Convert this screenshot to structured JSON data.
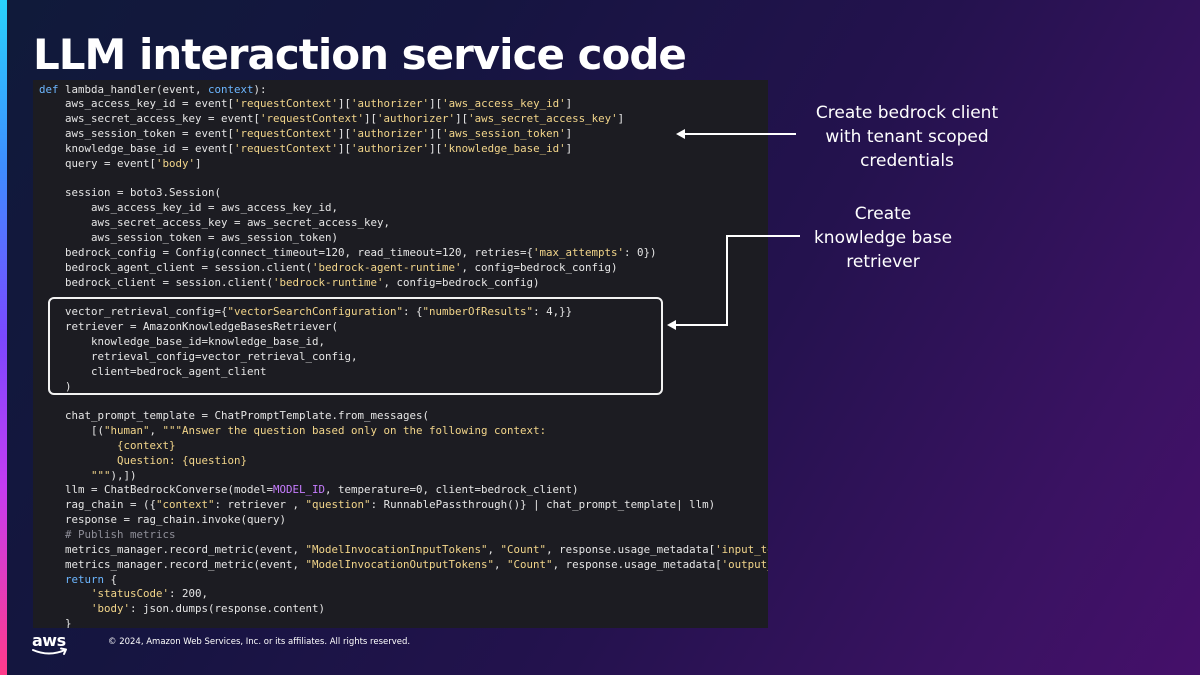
{
  "slide": {
    "title": "LLM interaction service code",
    "copyright": "© 2024, Amazon Web Services, Inc. or its affiliates. All rights reserved.",
    "logo_text": "aws"
  },
  "annotations": [
    {
      "lines": [
        "Create bedrock client",
        "with tenant scoped",
        "credentials"
      ]
    },
    {
      "lines": [
        "Create",
        "knowledge base",
        "retriever"
      ]
    }
  ],
  "code": {
    "lines": [
      [
        {
          "c": "kw",
          "t": "def "
        },
        {
          "t": "lambda_handler(event, "
        },
        {
          "c": "kw",
          "t": "context"
        },
        {
          "t": "):"
        }
      ],
      [
        {
          "t": "    aws_access_key_id = event["
        },
        {
          "c": "str",
          "t": "'requestContext'"
        },
        {
          "t": "]["
        },
        {
          "c": "str",
          "t": "'authorizer'"
        },
        {
          "t": "]["
        },
        {
          "c": "str",
          "t": "'aws_access_key_id'"
        },
        {
          "t": "]"
        }
      ],
      [
        {
          "t": "    aws_secret_access_key = event["
        },
        {
          "c": "str",
          "t": "'requestContext'"
        },
        {
          "t": "]["
        },
        {
          "c": "str",
          "t": "'authorizer'"
        },
        {
          "t": "]["
        },
        {
          "c": "str",
          "t": "'aws_secret_access_key'"
        },
        {
          "t": "]"
        }
      ],
      [
        {
          "t": "    aws_session_token = event["
        },
        {
          "c": "str",
          "t": "'requestContext'"
        },
        {
          "t": "]["
        },
        {
          "c": "str",
          "t": "'authorizer'"
        },
        {
          "t": "]["
        },
        {
          "c": "str",
          "t": "'aws_session_token'"
        },
        {
          "t": "]"
        }
      ],
      [
        {
          "t": "    knowledge_base_id = event["
        },
        {
          "c": "str",
          "t": "'requestContext'"
        },
        {
          "t": "]["
        },
        {
          "c": "str",
          "t": "'authorizer'"
        },
        {
          "t": "]["
        },
        {
          "c": "str",
          "t": "'knowledge_base_id'"
        },
        {
          "t": "]"
        }
      ],
      [
        {
          "t": "    query = event["
        },
        {
          "c": "str",
          "t": "'body'"
        },
        {
          "t": "]"
        }
      ],
      [
        {
          "t": ""
        }
      ],
      [
        {
          "t": "    session = boto3.Session("
        }
      ],
      [
        {
          "t": "        aws_access_key_id = aws_access_key_id,"
        }
      ],
      [
        {
          "t": "        aws_secret_access_key = aws_secret_access_key,"
        }
      ],
      [
        {
          "t": "        aws_session_token = aws_session_token)"
        }
      ],
      [
        {
          "t": "    bedrock_config = Config(connect_timeout=120, read_timeout=120, retries={"
        },
        {
          "c": "str",
          "t": "'max_attempts'"
        },
        {
          "t": ": 0})"
        }
      ],
      [
        {
          "t": "    bedrock_agent_client = session.client("
        },
        {
          "c": "str",
          "t": "'bedrock-agent-runtime'"
        },
        {
          "t": ", config=bedrock_config)"
        }
      ],
      [
        {
          "t": "    bedrock_client = session.client("
        },
        {
          "c": "str",
          "t": "'bedrock-runtime'"
        },
        {
          "t": ", config=bedrock_config)"
        }
      ],
      [
        {
          "t": ""
        }
      ],
      [
        {
          "t": "    vector_retrieval_config={"
        },
        {
          "c": "str",
          "t": "\"vectorSearchConfiguration\""
        },
        {
          "t": ": {"
        },
        {
          "c": "str",
          "t": "\"numberOfResults\""
        },
        {
          "t": ": 4,}}"
        }
      ],
      [
        {
          "t": "    retriever = AmazonKnowledgeBasesRetriever("
        }
      ],
      [
        {
          "t": "        knowledge_base_id=knowledge_base_id,"
        }
      ],
      [
        {
          "t": "        retrieval_config=vector_retrieval_config,"
        }
      ],
      [
        {
          "t": "        client=bedrock_agent_client"
        }
      ],
      [
        {
          "t": "    )"
        }
      ],
      [
        {
          "t": ""
        }
      ],
      [
        {
          "t": "    chat_prompt_template = ChatPromptTemplate.from_messages("
        }
      ],
      [
        {
          "t": "        [("
        },
        {
          "c": "str",
          "t": "\"human\""
        },
        {
          "t": ", "
        },
        {
          "c": "str",
          "t": "\"\"\"Answer the question based only on the following context:"
        }
      ],
      [
        {
          "c": "str",
          "t": "            {context}"
        }
      ],
      [
        {
          "c": "str",
          "t": "            Question: {question}"
        }
      ],
      [
        {
          "c": "str",
          "t": "        \"\"\""
        },
        {
          "t": "),])"
        }
      ],
      [
        {
          "t": "    llm = ChatBedrockConverse(model="
        },
        {
          "c": "const",
          "t": "MODEL_ID"
        },
        {
          "t": ", temperature=0, client=bedrock_client)"
        }
      ],
      [
        {
          "t": "    rag_chain = ({"
        },
        {
          "c": "str",
          "t": "\"context\""
        },
        {
          "t": ": retriever , "
        },
        {
          "c": "str",
          "t": "\"question\""
        },
        {
          "t": ": RunnablePassthrough()} | chat_prompt_template| llm)"
        }
      ],
      [
        {
          "t": "    response = rag_chain.invoke(query)"
        }
      ],
      [
        {
          "c": "cmt",
          "t": "    # Publish metrics"
        }
      ],
      [
        {
          "t": "    metrics_manager.record_metric(event, "
        },
        {
          "c": "str",
          "t": "\"ModelInvocationInputTokens\""
        },
        {
          "t": ", "
        },
        {
          "c": "str",
          "t": "\"Count\""
        },
        {
          "t": ", response.usage_metadata["
        },
        {
          "c": "str",
          "t": "'input_tokens'"
        },
        {
          "t": "])"
        }
      ],
      [
        {
          "t": "    metrics_manager.record_metric(event, "
        },
        {
          "c": "str",
          "t": "\"ModelInvocationOutputTokens\""
        },
        {
          "t": ", "
        },
        {
          "c": "str",
          "t": "\"Count\""
        },
        {
          "t": ", response.usage_metadata["
        },
        {
          "c": "str",
          "t": "'output_tokens'"
        },
        {
          "t": "])"
        }
      ],
      [
        {
          "c": "kw",
          "t": "    return "
        },
        {
          "t": "{"
        }
      ],
      [
        {
          "t": "        "
        },
        {
          "c": "str",
          "t": "'statusCode'"
        },
        {
          "t": ": 200,"
        }
      ],
      [
        {
          "t": "        "
        },
        {
          "c": "str",
          "t": "'body'"
        },
        {
          "t": ": json.dumps(response.content)"
        }
      ],
      [
        {
          "t": "    }"
        }
      ]
    ]
  }
}
